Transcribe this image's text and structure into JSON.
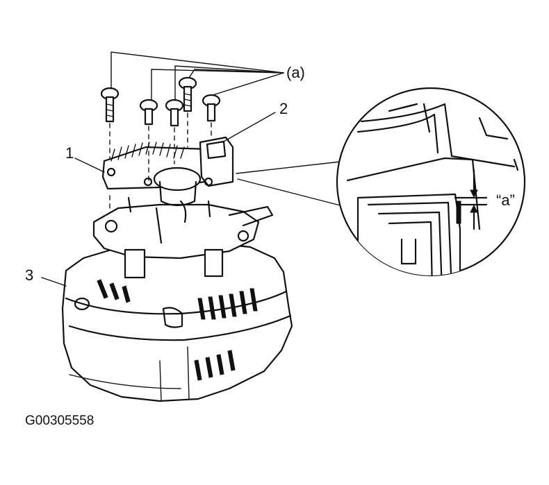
{
  "labels": {
    "bolts": "(a)",
    "part1": "1",
    "part2": "2",
    "part3": "3",
    "gap": "“a”"
  },
  "figure_code": "G00305558",
  "colors": {
    "ink": "#111111",
    "background": "#ffffff"
  }
}
